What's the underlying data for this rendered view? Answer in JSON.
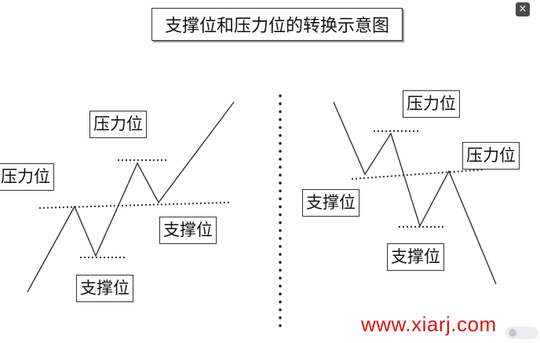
{
  "title": "支撑位和压力位的转换示意图",
  "labels": {
    "left_pressure_top": "压力位",
    "left_pressure_side": "压力位",
    "left_support_right": "支撑位",
    "left_support_bottom": "支撑位",
    "right_pressure_top": "压力位",
    "right_pressure_side": "压力位",
    "right_support_left": "支撑位",
    "right_support_bottom": "支撑位"
  },
  "close_label": "×",
  "watermark": "www.xiarj.com",
  "icons": {
    "close": "close-icon",
    "badge": "watermark-logo-icon"
  }
}
